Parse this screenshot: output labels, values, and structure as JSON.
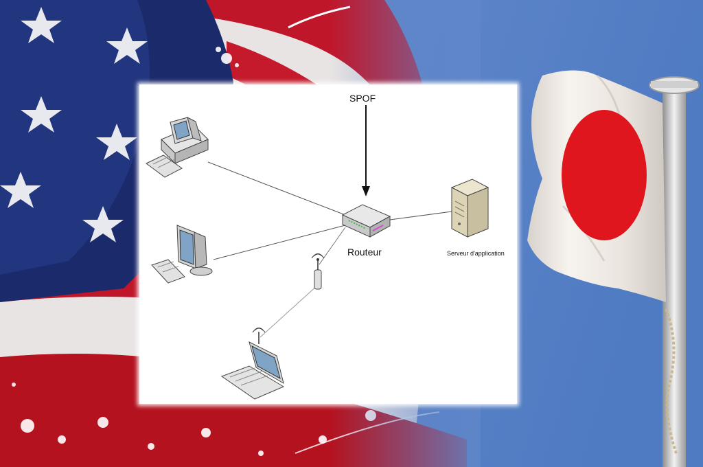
{
  "diagram": {
    "spof_label": "SPOF",
    "router_label": "Routeur",
    "server_label": "Serveur d'application"
  },
  "colors": {
    "us_blue": "#1b2a6b",
    "us_red": "#c0162a",
    "sky_blue": "#5f86c8",
    "japan_red": "#e0161f"
  },
  "icons": [
    "desktop-computer-icon",
    "monitor-computer-icon",
    "laptop-icon",
    "wireless-access-point-icon",
    "router-icon",
    "server-icon"
  ]
}
